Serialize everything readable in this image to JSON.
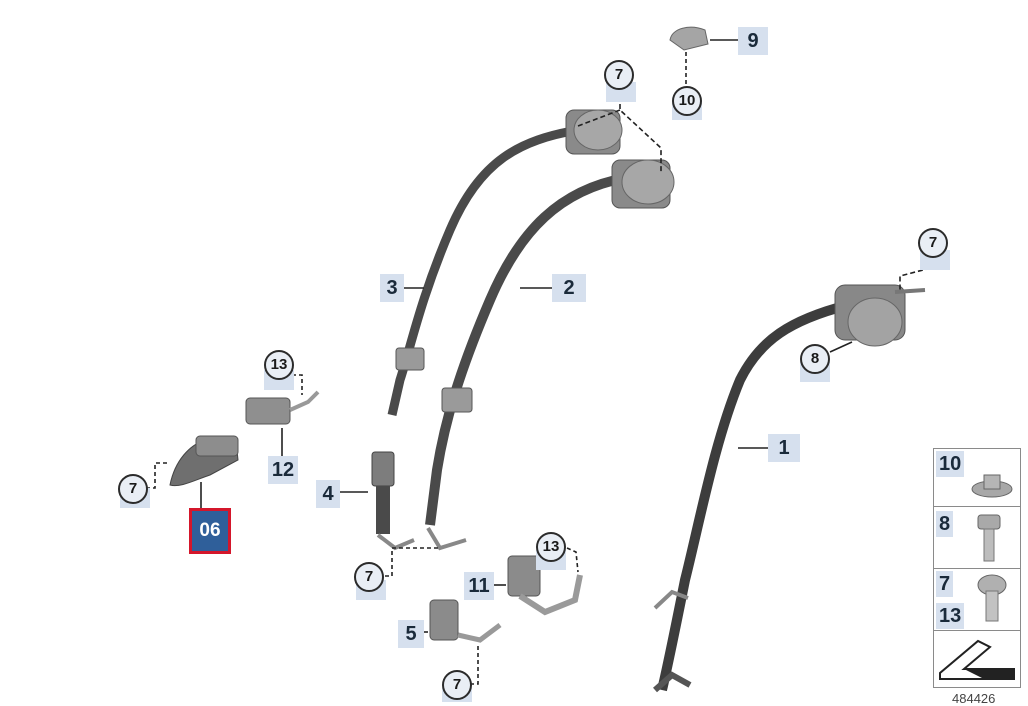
{
  "diagram": {
    "callouts": {
      "c1": "1",
      "c2": "2",
      "c3": "3",
      "c4": "4",
      "c5": "5",
      "c9": "9",
      "c11": "11",
      "c12": "12"
    },
    "circled": {
      "top7": "7",
      "top10": "10",
      "right7": "7",
      "right8": "8",
      "mid13": "13",
      "left7": "7",
      "bot7a": "7",
      "bot13": "13",
      "bot7b": "7"
    },
    "selected_label": "06",
    "legend": {
      "row1": "10",
      "row2": "8",
      "row3_top": "7",
      "row3_bottom": "13"
    },
    "reference_number": "484426",
    "colors": {
      "label_bg": "#d6e0ee",
      "selected_bg": "#2f5f9a",
      "selected_border": "#d4162b",
      "belt": "#4a4a4a"
    }
  }
}
